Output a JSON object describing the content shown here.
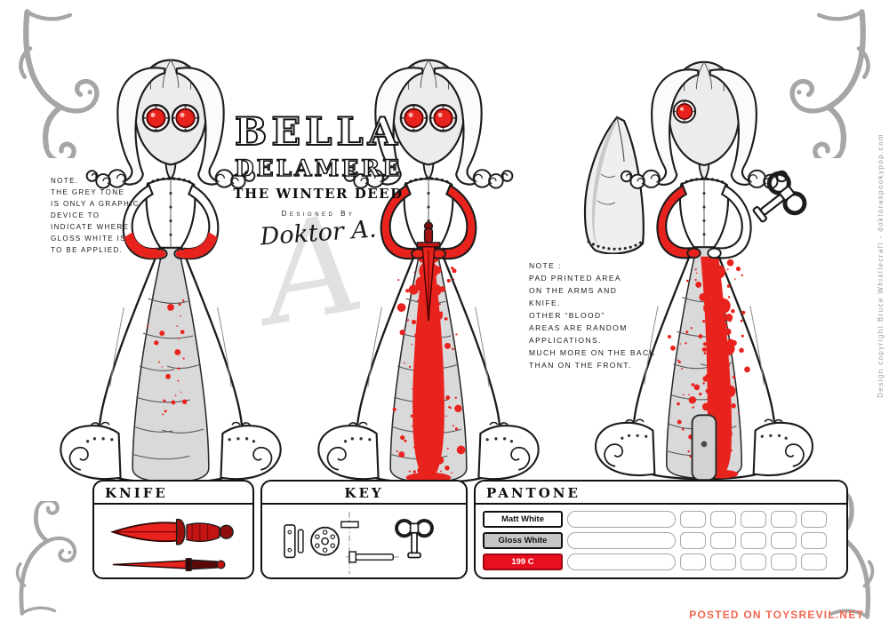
{
  "title_block": {
    "line1": "BELLA",
    "line2": "DELAMERE",
    "line3": "THE WINTER DEED",
    "designed_by_label": "Designed By",
    "designer_signature": "Doktor A.",
    "monogram": "A"
  },
  "left_note": {
    "lines": [
      "NOTE.",
      "THE GREY TONE",
      "IS ONLY A GRAPHIC",
      "DEVICE TO",
      "INDICATE WHERE",
      "GLOSS WHITE IS",
      "TO BE APPLIED."
    ]
  },
  "right_note": {
    "lines": [
      "NOTE :",
      "PAD PRINTED AREA",
      "ON THE ARMS AND",
      "KNIFE.",
      "OTHER “BLOOD”",
      "AREAS ARE RANDOM",
      "APPLICATIONS.",
      "MUCH MORE ON THE BACK",
      "THAN ON THE FRONT."
    ]
  },
  "panels": {
    "knife": {
      "title": "KNIFE"
    },
    "key": {
      "title": "KEY"
    },
    "pantone": {
      "title": "PANTONE",
      "swatches": [
        {
          "label": "Matt White",
          "color": "#ffffff"
        },
        {
          "label": "Gloss White",
          "color": "#c6c6c6"
        },
        {
          "label": "199 C",
          "color": "#e8101f"
        }
      ]
    }
  },
  "credits": {
    "side_vertical": "Design copyright Bruce Whistlecraft - doktoraspookypop.com",
    "footer": "POSTED ON TOYSREVIL.NET"
  },
  "colors": {
    "blood_red": "#e8231d",
    "grey_tone": "#d9d9d9",
    "outline": "#1c1c1c",
    "ornament_grey": "#a6a6a6",
    "footer_orange": "#f2684f"
  }
}
